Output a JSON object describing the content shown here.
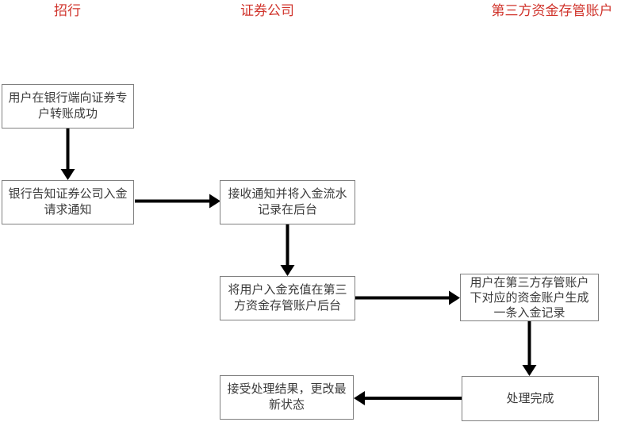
{
  "lanes": [
    {
      "label": "招行"
    },
    {
      "label": "证券公司"
    },
    {
      "label": "第三方资金存管账户"
    }
  ],
  "nodes": [
    {
      "id": "user-transfer-success",
      "lane": "招行",
      "text": "用户在银行端向证券专\n户转账成功"
    },
    {
      "id": "bank-notify-broker",
      "lane": "招行",
      "text": "银行告知证券公司入金\n请求通知"
    },
    {
      "id": "receive-notice-record-flow",
      "lane": "证券公司",
      "text": "接收通知并将入金流水\n记录在后台"
    },
    {
      "id": "recharge-custody-backend",
      "lane": "证券公司",
      "text": "将用户入金充值在第三\n方资金存管账户后台"
    },
    {
      "id": "generate-deposit-record",
      "lane": "第三方资金存管账户",
      "text": "用户在第三方存管账户\n下对应的资金账户生成\n一条入金记录"
    },
    {
      "id": "processing-complete",
      "lane": "第三方资金存管账户",
      "text": "处理完成"
    },
    {
      "id": "accept-result-update-status",
      "lane": "证券公司",
      "text": "接受处理结果，更改最\n新状态"
    }
  ],
  "edges": [
    {
      "from": "user-transfer-success",
      "to": "bank-notify-broker",
      "direction": "down"
    },
    {
      "from": "bank-notify-broker",
      "to": "receive-notice-record-flow",
      "direction": "right"
    },
    {
      "from": "receive-notice-record-flow",
      "to": "recharge-custody-backend",
      "direction": "down"
    },
    {
      "from": "recharge-custody-backend",
      "to": "generate-deposit-record",
      "direction": "right"
    },
    {
      "from": "generate-deposit-record",
      "to": "processing-complete",
      "direction": "down"
    },
    {
      "from": "processing-complete",
      "to": "accept-result-update-status",
      "direction": "left"
    }
  ],
  "colors": {
    "lane_header_text": "#d0342c",
    "node_border": "#808080",
    "node_text": "#3b3b3b",
    "arrow": "#000000",
    "background": "#ffffff"
  }
}
